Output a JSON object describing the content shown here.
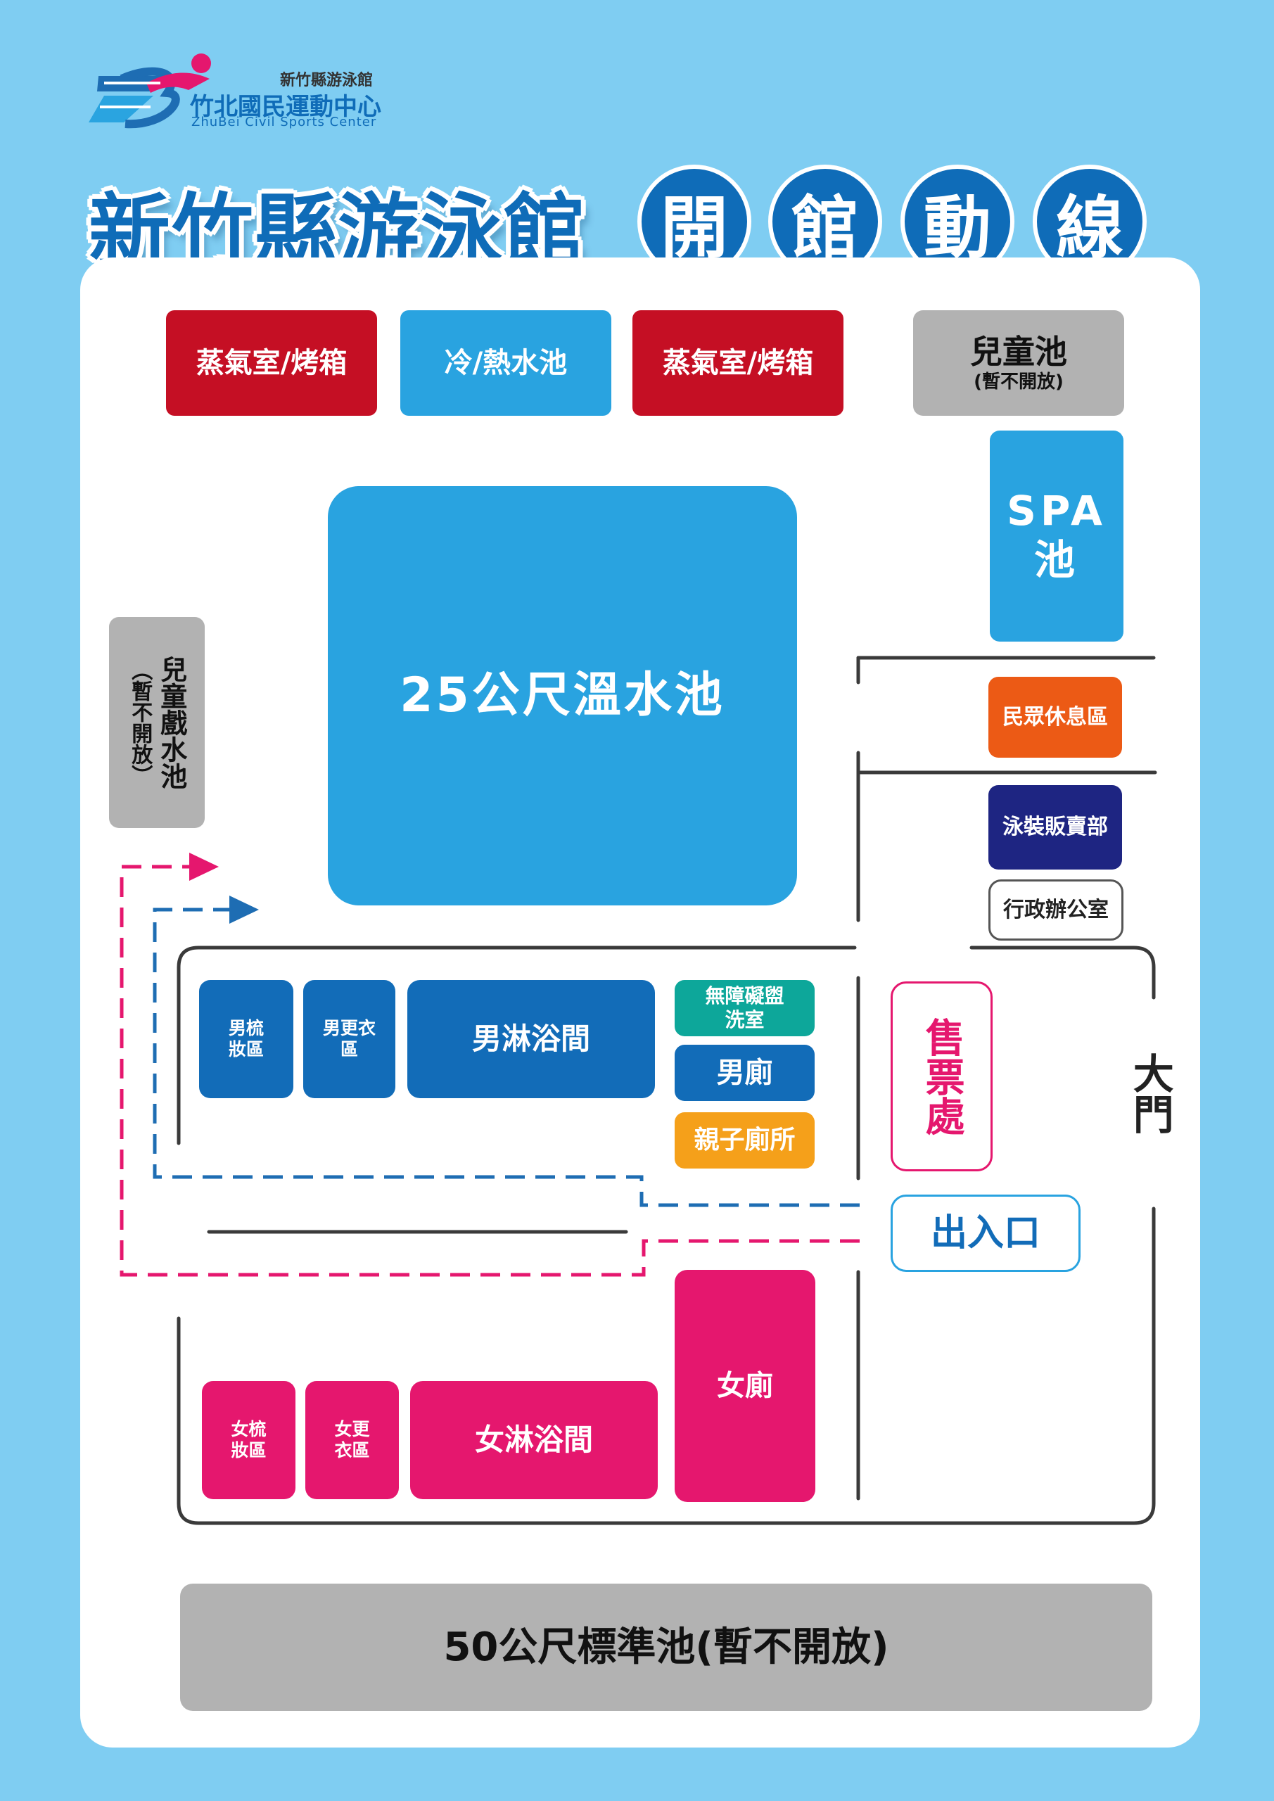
{
  "logo": {
    "venue_small": "新竹縣游泳館",
    "center_name": "竹北國民運動中心",
    "center_name_en": "ZhuBei Civil Sports Center"
  },
  "header": {
    "title": "新竹縣游泳館",
    "circles": [
      "開",
      "館",
      "動",
      "線"
    ]
  },
  "rooms": {
    "steam_left": "蒸氣室/烤箱",
    "cold_hot_pool": "冷/熱水池",
    "steam_right": "蒸氣室/烤箱",
    "kids_pool": "兒童池",
    "kids_pool_note": "(暫不開放)",
    "spa_pool": "SPA池",
    "warm_pool": "25公尺溫水池",
    "kids_play_pool": "兒童戲水池",
    "kids_play_pool_note": "（暫不開放）",
    "rest_area": "民眾休息區",
    "swim_shop": "泳裝販賣部",
    "admin_office": "行政辦公室",
    "male_dressing": "男梳妝區",
    "male_changing": "男更衣區",
    "male_shower": "男淋浴間",
    "accessible_wash": "無障礙盥洗室",
    "male_toilet": "男廁",
    "family_toilet": "親子廁所",
    "ticket_office": "售票處",
    "main_gate": "大門",
    "entrance": "出入口",
    "female_toilet": "女廁",
    "female_dressing": "女梳妝區",
    "female_changing": "女更衣區",
    "female_shower": "女淋浴間",
    "olympic_pool": "50公尺標準池(暫不開放)"
  },
  "colors": {
    "background": "#7fcdf2",
    "pool_blue": "#29a3e0",
    "male_blue": "#126cb8",
    "female_pink": "#e5176e",
    "steam_red": "#c50f24",
    "closed_gray": "#b2b2b2",
    "rest_orange": "#ec5a15",
    "shop_navy": "#1e2582",
    "accessible_teal": "#0da79a",
    "family_yellow": "#f5a01a",
    "path_male": "#1e6db3",
    "path_female": "#e5176e"
  }
}
